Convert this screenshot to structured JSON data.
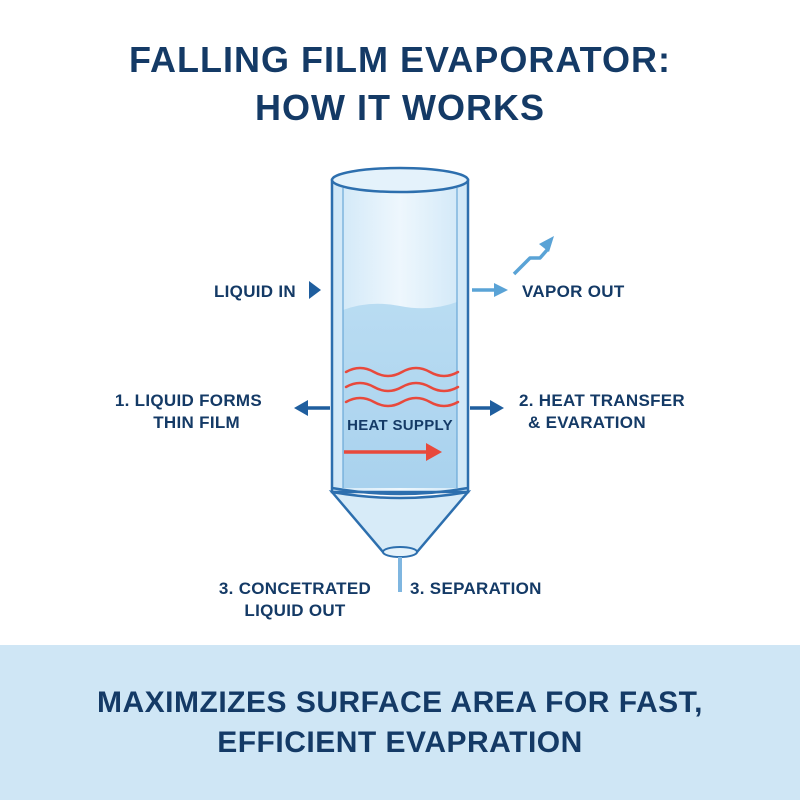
{
  "title": {
    "line1": "FALLING FILM EVAPORATOR:",
    "line2": "HOW IT WORKS"
  },
  "labels": {
    "liquid_in": "LIQUID IN",
    "vapor_out": "VAPOR OUT",
    "step1_line1": "1. LIQUID FORMS",
    "step1_line2": "THIN FILM",
    "step2_line1": "2. HEAT TRANSFER",
    "step2_line2": "& EVARATION",
    "heat_supply": "HEAT SUPPLY",
    "step3a_line1": "3. CONCETRATED",
    "step3a_line2": "LIQUID OUT",
    "step3b": "3. SEPARATION"
  },
  "banner": {
    "line1": "MAXIMZIZES SURFACE AREA FOR FAST,",
    "line2": "EFFICIENT EVAPRATION"
  },
  "colors": {
    "text": "#143a66",
    "arrow_light": "#5aa3d6",
    "arrow_dark": "#1f5e9e",
    "heat": "#e8493c",
    "banner": "#cfe6f5"
  }
}
